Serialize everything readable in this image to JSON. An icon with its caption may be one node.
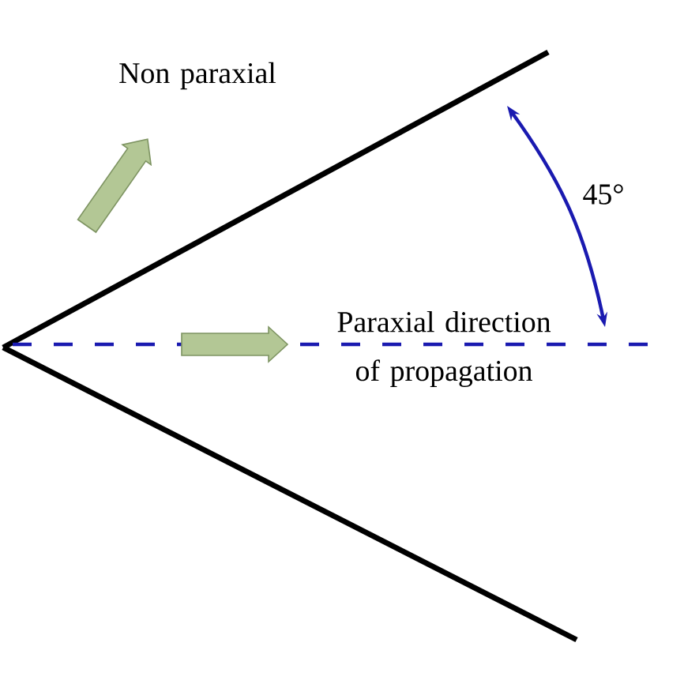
{
  "diagram": {
    "labels": [
      "Non paraxial",
      "45°",
      "Paraxial direction of propagation"
    ]
  }
}
